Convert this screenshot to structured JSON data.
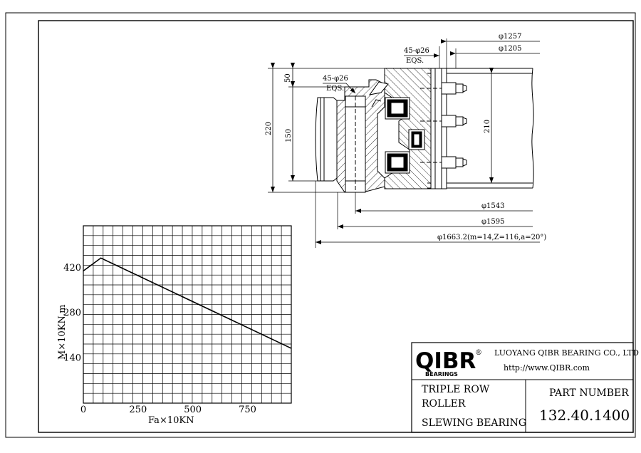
{
  "drawing": {
    "dims": {
      "d1257": "φ1257",
      "d1205": "φ1205",
      "holes_outer": "45-φ26",
      "holes_outer_eqs": "EQS.",
      "holes_inner": "45-φ26",
      "holes_inner_eqs": "EQS.",
      "h50": "50",
      "h220": "220",
      "h150": "150",
      "h210": "210",
      "d1543": "φ1543",
      "d1595": "φ1595",
      "d1663": "φ1663.2(m=14,Z=116,a=20°)"
    }
  },
  "chart_data": {
    "type": "line",
    "ylabel": "M×10KN.m",
    "xlabel_main": "Fa",
    "xlabel_rest": "×10KN",
    "x_ticks": [
      0,
      250,
      500,
      750
    ],
    "y_ticks": [
      140,
      280,
      420
    ],
    "xlim": [
      0,
      950
    ],
    "ylim": [
      0,
      550
    ],
    "grid": true,
    "series": [
      {
        "points": [
          [
            0,
            410
          ],
          [
            80,
            450
          ],
          [
            950,
            170
          ]
        ]
      }
    ]
  },
  "title_block": {
    "logo_text": "QIBR",
    "logo_sub": "BEARINGS",
    "registered": "®",
    "company": "LUOYANG QIBR BEARING CO., LTD",
    "website": "http://www.QIBR.com",
    "desc_line1": "TRIPLE ROW",
    "desc_line2": "ROLLER",
    "desc_line3": "SLEWING BEARING",
    "part_label": "PART NUMBER",
    "part_number": "132.40.1400"
  }
}
